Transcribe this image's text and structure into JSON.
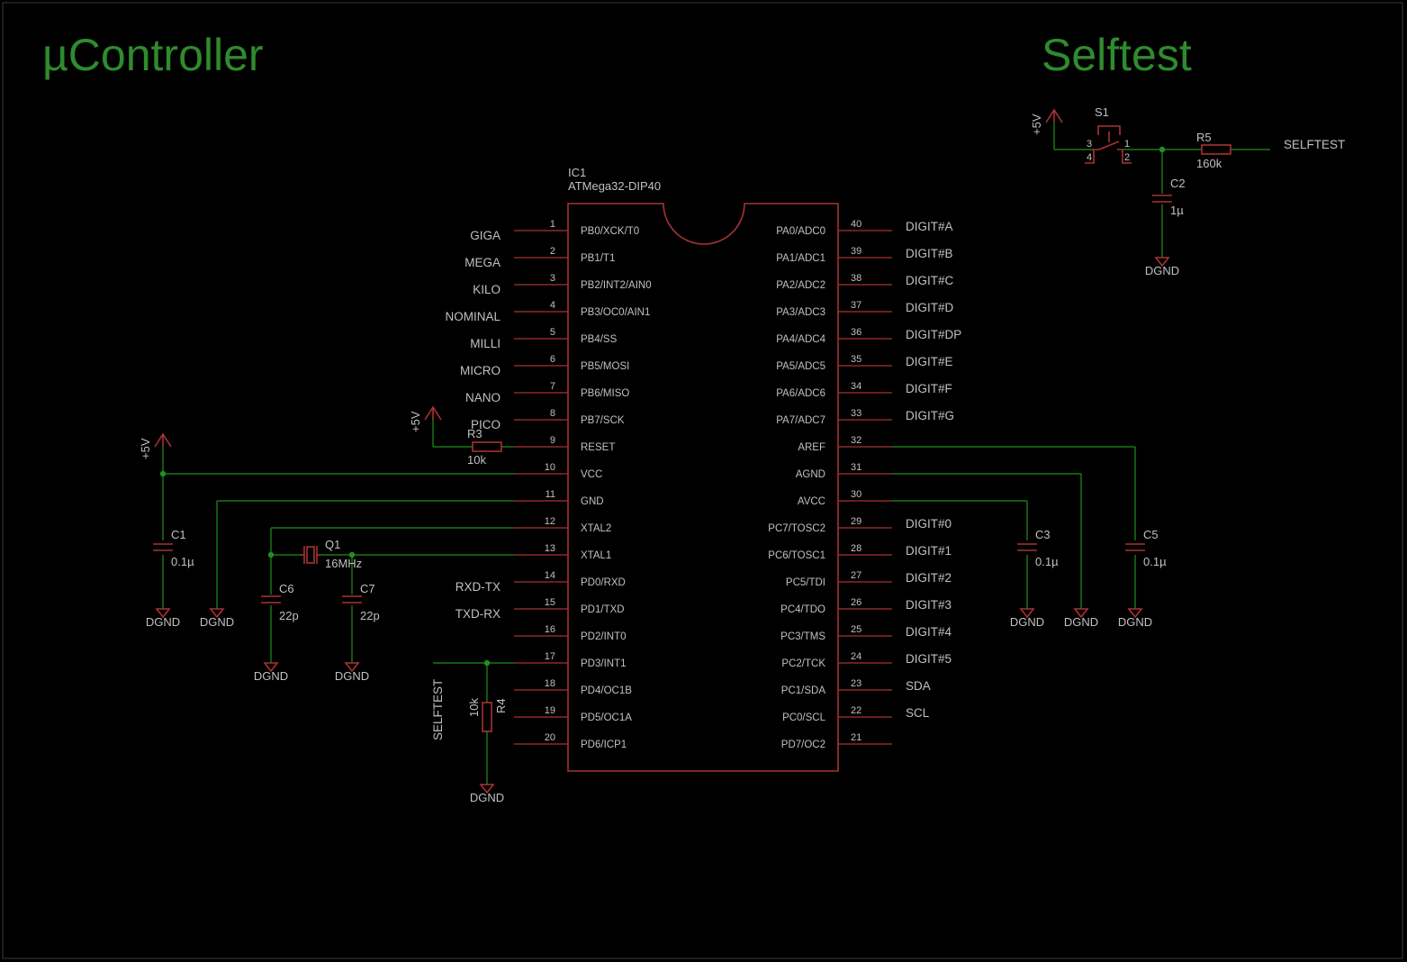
{
  "titles": {
    "left": "µController",
    "right": "Selftest"
  },
  "colors": {
    "background": "#000000",
    "title": "#2e8b2e",
    "wire": "#1f8f1f",
    "symbol": "#a83232",
    "text": "#c0c0c0",
    "frame": "#3a3a3a"
  },
  "ic": {
    "ref": "IC1",
    "value": "ATMega32-DIP40",
    "left_pins": [
      {
        "num": "1",
        "name": "PB0/XCK/T0",
        "net": "GIGA"
      },
      {
        "num": "2",
        "name": "PB1/T1",
        "net": "MEGA"
      },
      {
        "num": "3",
        "name": "PB2/INT2/AIN0",
        "net": "KILO"
      },
      {
        "num": "4",
        "name": "PB3/OC0/AIN1",
        "net": "NOMINAL"
      },
      {
        "num": "5",
        "name": "PB4/SS",
        "net": "MILLI"
      },
      {
        "num": "6",
        "name": "PB5/MOSI",
        "net": "MICRO"
      },
      {
        "num": "7",
        "name": "PB6/MISO",
        "net": "NANO"
      },
      {
        "num": "8",
        "name": "PB7/SCK",
        "net": "PICO"
      },
      {
        "num": "9",
        "name": "RESET",
        "net": ""
      },
      {
        "num": "10",
        "name": "VCC",
        "net": ""
      },
      {
        "num": "11",
        "name": "GND",
        "net": ""
      },
      {
        "num": "12",
        "name": "XTAL2",
        "net": ""
      },
      {
        "num": "13",
        "name": "XTAL1",
        "net": ""
      },
      {
        "num": "14",
        "name": "PD0/RXD",
        "net": "RXD-TX"
      },
      {
        "num": "15",
        "name": "PD1/TXD",
        "net": "TXD-RX"
      },
      {
        "num": "16",
        "name": "PD2/INT0",
        "net": ""
      },
      {
        "num": "17",
        "name": "PD3/INT1",
        "net": ""
      },
      {
        "num": "18",
        "name": "PD4/OC1B",
        "net": ""
      },
      {
        "num": "19",
        "name": "PD5/OC1A",
        "net": ""
      },
      {
        "num": "20",
        "name": "PD6/ICP1",
        "net": ""
      }
    ],
    "right_pins": [
      {
        "num": "40",
        "name": "PA0/ADC0",
        "net": "DIGIT#A"
      },
      {
        "num": "39",
        "name": "PA1/ADC1",
        "net": "DIGIT#B"
      },
      {
        "num": "38",
        "name": "PA2/ADC2",
        "net": "DIGIT#C"
      },
      {
        "num": "37",
        "name": "PA3/ADC3",
        "net": "DIGIT#D"
      },
      {
        "num": "36",
        "name": "PA4/ADC4",
        "net": "DIGIT#DP"
      },
      {
        "num": "35",
        "name": "PA5/ADC5",
        "net": "DIGIT#E"
      },
      {
        "num": "34",
        "name": "PA6/ADC6",
        "net": "DIGIT#F"
      },
      {
        "num": "33",
        "name": "PA7/ADC7",
        "net": "DIGIT#G"
      },
      {
        "num": "32",
        "name": "AREF",
        "net": ""
      },
      {
        "num": "31",
        "name": "AGND",
        "net": ""
      },
      {
        "num": "30",
        "name": "AVCC",
        "net": ""
      },
      {
        "num": "29",
        "name": "PC7/TOSC2",
        "net": "DIGIT#0"
      },
      {
        "num": "28",
        "name": "PC6/TOSC1",
        "net": "DIGIT#1"
      },
      {
        "num": "27",
        "name": "PC5/TDI",
        "net": "DIGIT#2"
      },
      {
        "num": "26",
        "name": "PC4/TDO",
        "net": "DIGIT#3"
      },
      {
        "num": "25",
        "name": "PC3/TMS",
        "net": "DIGIT#4"
      },
      {
        "num": "24",
        "name": "PC2/TCK",
        "net": "DIGIT#5"
      },
      {
        "num": "23",
        "name": "PC1/SDA",
        "net": "SDA"
      },
      {
        "num": "22",
        "name": "PC0/SCL",
        "net": "SCL"
      },
      {
        "num": "21",
        "name": "PD7/OC2",
        "net": ""
      }
    ]
  },
  "parts": {
    "r3": {
      "ref": "R3",
      "value": "10k"
    },
    "r4": {
      "ref": "R4",
      "value": "10k"
    },
    "r5": {
      "ref": "R5",
      "value": "160k"
    },
    "c1": {
      "ref": "C1",
      "value": "0.1µ"
    },
    "c2": {
      "ref": "C2",
      "value": "1µ"
    },
    "c3": {
      "ref": "C3",
      "value": "0.1µ"
    },
    "c5": {
      "ref": "C5",
      "value": "0.1µ"
    },
    "c6": {
      "ref": "C6",
      "value": "22p"
    },
    "c7": {
      "ref": "C7",
      "value": "22p"
    },
    "q1": {
      "ref": "Q1",
      "value": "16MHz"
    },
    "s1": {
      "ref": "S1",
      "pins": [
        "3",
        "1",
        "4",
        "2"
      ]
    }
  },
  "labels": {
    "supply": "+5V",
    "ground": "DGND",
    "selftest": "SELFTEST"
  }
}
